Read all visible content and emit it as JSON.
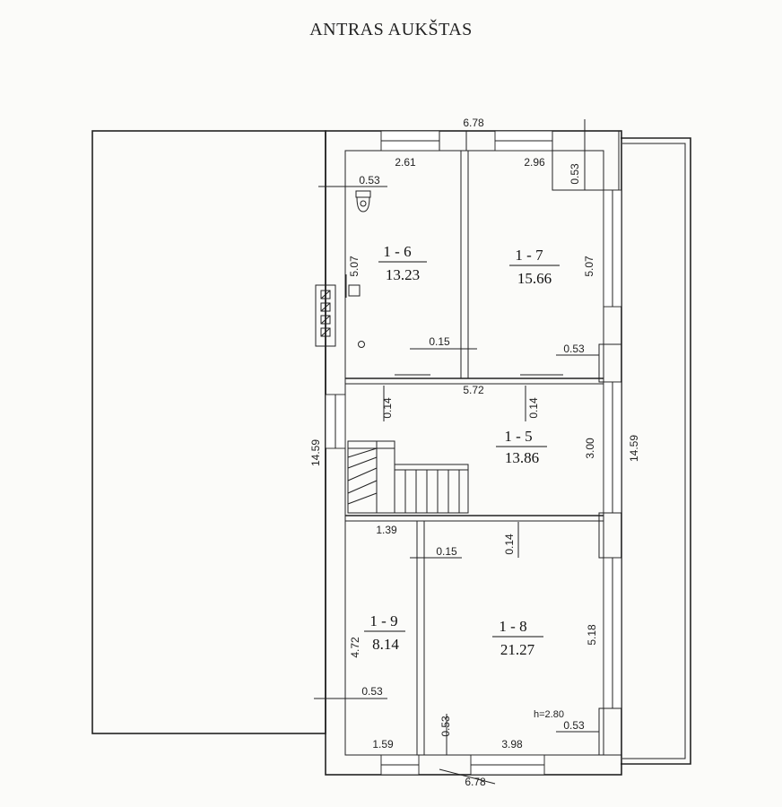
{
  "title": "ANTRAS AUKŠTAS",
  "rooms": [
    {
      "id": "1 - 6",
      "area": "13.23"
    },
    {
      "id": "1 - 7",
      "area": "15.66"
    },
    {
      "id": "1 - 5",
      "area": "13.86"
    },
    {
      "id": "1 - 9",
      "area": "8.14"
    },
    {
      "id": "1 - 8",
      "area": "21.27"
    }
  ],
  "dimensions": {
    "top_total": "6.78",
    "bottom_total": "6.78",
    "r16_width": "2.61",
    "r17_width": "2.96",
    "r16_wall": "0.53",
    "r17_wall": "0.53",
    "r16_length": "5.07",
    "r17_length": "5.07",
    "r16_partition": "0.15",
    "r17_ext_wall": "0.53",
    "r15_width": "5.72",
    "r15_wall_left": "0.14",
    "r15_wall_right": "0.14",
    "r15_depth": "3.00",
    "total_length_left": "14.59",
    "total_length_right": "14.59",
    "r19_width": "1.39",
    "r18_partition": "0.15",
    "r18_wall_top": "0.14",
    "r19_length": "4.72",
    "r18_length": "5.18",
    "r19_wall": "0.53",
    "r18_height": "h=2.80",
    "r18_wall_right": "0.53",
    "r18_wall_left": "0.53",
    "r19_bottom": "1.59",
    "r18_bottom": "3.98"
  },
  "icons": [
    "toilet-icon",
    "boiler-icon",
    "floor-drain-icon",
    "heating-panel-icon"
  ]
}
